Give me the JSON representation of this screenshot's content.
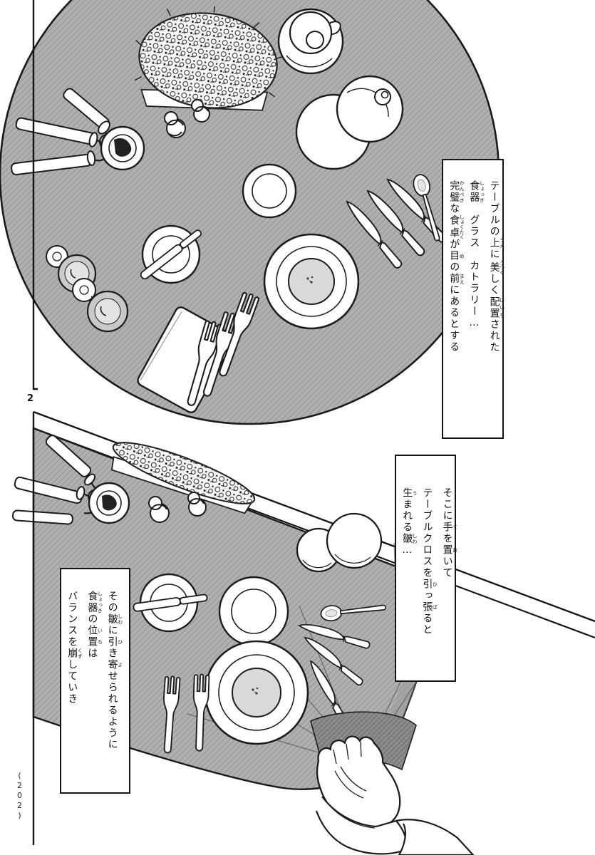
{
  "colors": {
    "ink": "#1c1c1c",
    "tablecloth": "#b3b3b3",
    "plate_well": "#d9d9d9"
  },
  "corner": {
    "panel_number": "2"
  },
  "footer": {
    "page_number": "(202)"
  },
  "captions": {
    "c1": {
      "cols": [
        [
          [
            "テーブルの",
            ""
          ],
          [
            "上",
            "うえ"
          ],
          [
            "に",
            ""
          ],
          [
            "美",
            "うつく"
          ],
          [
            "しく",
            ""
          ],
          [
            "配置",
            "はいち"
          ],
          [
            "された",
            ""
          ]
        ],
        [
          [
            "食器",
            "しょっき"
          ],
          [
            "　グラス　カトラリー…",
            ""
          ]
        ],
        [
          [
            "完璧",
            "かんぺき"
          ],
          [
            "な",
            ""
          ],
          [
            "食卓",
            "しょくたく"
          ],
          [
            "が",
            ""
          ],
          [
            "目",
            "め"
          ],
          [
            "の",
            ""
          ],
          [
            "前",
            "まえ"
          ],
          [
            "にあるとする",
            ""
          ]
        ]
      ]
    },
    "c2": {
      "cols": [
        [
          [
            "そこに",
            ""
          ],
          [
            "手",
            "て"
          ],
          [
            "を",
            ""
          ],
          [
            "置",
            "お"
          ],
          [
            "いて",
            ""
          ]
        ],
        [
          [
            "テーブルクロスを",
            ""
          ],
          [
            "引",
            "ひ"
          ],
          [
            "っ",
            ""
          ],
          [
            "張",
            "ぱ"
          ],
          [
            "ると",
            ""
          ]
        ],
        [
          [
            "生",
            "う"
          ],
          [
            "まれる",
            ""
          ],
          [
            "皺",
            "しわ"
          ],
          [
            "…",
            ""
          ]
        ]
      ]
    },
    "c3": {
      "cols": [
        [
          [
            "その",
            ""
          ],
          [
            "皺",
            "しわ"
          ],
          [
            "に",
            ""
          ],
          [
            "引",
            "ひ"
          ],
          [
            "き",
            ""
          ],
          [
            "寄",
            "よ"
          ],
          [
            "せられるように",
            ""
          ]
        ],
        [
          [
            "食器",
            "しょっき"
          ],
          [
            "の",
            ""
          ],
          [
            "位置",
            "いち"
          ],
          [
            "は",
            ""
          ]
        ],
        [
          [
            "バランスを",
            ""
          ],
          [
            "崩",
            "くず"
          ],
          [
            "していき",
            ""
          ]
        ]
      ]
    }
  }
}
